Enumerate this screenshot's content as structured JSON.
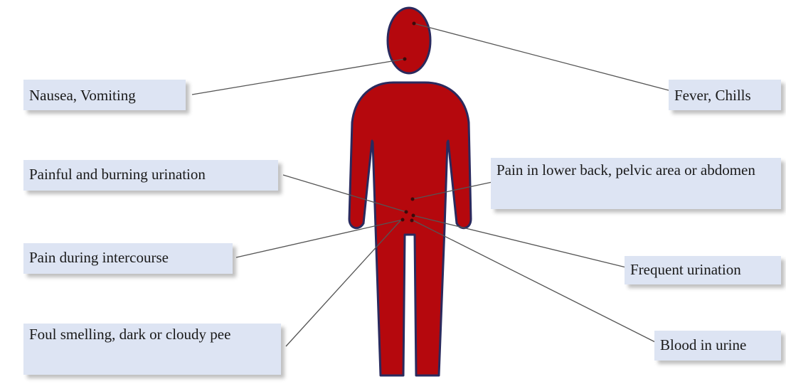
{
  "symptoms": {
    "nausea": "Nausea, Vomiting",
    "fever": "Fever, Chills",
    "burning": "Painful and burning urination",
    "back_pain": "Pain in lower back, pelvic area or abdomen",
    "intercourse": "Pain during intercourse",
    "frequent": "Frequent urination",
    "foul": "Foul smelling, dark or cloudy pee",
    "blood": "Blood in urine"
  },
  "colors": {
    "figure_fill": "#b5080d",
    "figure_outline": "#2a2a5e",
    "label_bg": "#dde4f3",
    "leader_line": "#555555",
    "marker_dot": "#3a0a0a"
  }
}
